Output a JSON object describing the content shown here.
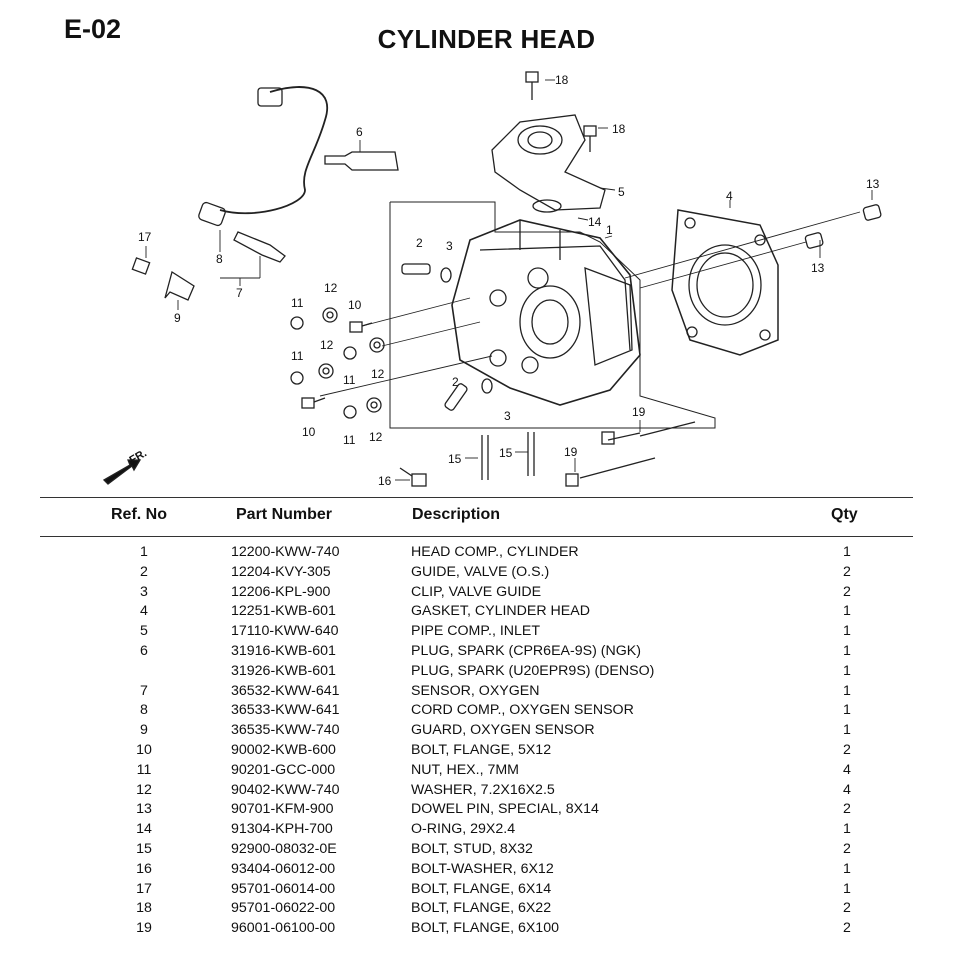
{
  "page": {
    "code": "E-02",
    "title": "CYLINDER HEAD"
  },
  "diagram": {
    "callouts": [
      "1",
      "2",
      "2",
      "3",
      "3",
      "4",
      "5",
      "6",
      "7",
      "8",
      "9",
      "10",
      "10",
      "11",
      "11",
      "11",
      "11",
      "12",
      "12",
      "12",
      "12",
      "13",
      "13",
      "14",
      "15",
      "15",
      "16",
      "17",
      "18",
      "18",
      "19",
      "19"
    ],
    "front_label": "FR."
  },
  "table": {
    "headers": {
      "ref": "Ref. No",
      "part_number": "Part Number",
      "description": "Description",
      "qty": "Qty"
    },
    "rows": [
      {
        "ref": "1",
        "part_number": "12200-KWW-740",
        "description": "HEAD COMP., CYLINDER",
        "qty": "1"
      },
      {
        "ref": "2",
        "part_number": "12204-KVY-305",
        "description": "GUIDE, VALVE (O.S.)",
        "qty": "2"
      },
      {
        "ref": "3",
        "part_number": "12206-KPL-900",
        "description": "CLIP, VALVE GUIDE",
        "qty": "2"
      },
      {
        "ref": "4",
        "part_number": "12251-KWB-601",
        "description": "GASKET, CYLINDER HEAD",
        "qty": "1"
      },
      {
        "ref": "5",
        "part_number": "17110-KWW-640",
        "description": "PIPE COMP., INLET",
        "qty": "1"
      },
      {
        "ref": "6",
        "part_number": "31916-KWB-601",
        "description": "PLUG, SPARK (CPR6EA-9S) (NGK)",
        "qty": "1"
      },
      {
        "ref": "",
        "part_number": "31926-KWB-601",
        "description": "PLUG, SPARK (U20EPR9S) (DENSO)",
        "qty": "1"
      },
      {
        "ref": "7",
        "part_number": "36532-KWW-641",
        "description": "SENSOR, OXYGEN",
        "qty": "1"
      },
      {
        "ref": "8",
        "part_number": "36533-KWW-641",
        "description": "CORD COMP., OXYGEN SENSOR",
        "qty": "1"
      },
      {
        "ref": "9",
        "part_number": "36535-KWW-740",
        "description": "GUARD, OXYGEN SENSOR",
        "qty": "1"
      },
      {
        "ref": "10",
        "part_number": "90002-KWB-600",
        "description": "BOLT, FLANGE, 5X12",
        "qty": "2"
      },
      {
        "ref": "11",
        "part_number": "90201-GCC-000",
        "description": "NUT, HEX., 7MM",
        "qty": "4"
      },
      {
        "ref": "12",
        "part_number": "90402-KWW-740",
        "description": "WASHER, 7.2X16X2.5",
        "qty": "4"
      },
      {
        "ref": "13",
        "part_number": "90701-KFM-900",
        "description": "DOWEL PIN, SPECIAL, 8X14",
        "qty": "2"
      },
      {
        "ref": "14",
        "part_number": "91304-KPH-700",
        "description": "O-RING, 29X2.4",
        "qty": "1"
      },
      {
        "ref": "15",
        "part_number": "92900-08032-0E",
        "description": "BOLT, STUD, 8X32",
        "qty": "2"
      },
      {
        "ref": "16",
        "part_number": "93404-06012-00",
        "description": "BOLT-WASHER, 6X12",
        "qty": "1"
      },
      {
        "ref": "17",
        "part_number": "95701-06014-00",
        "description": "BOLT, FLANGE, 6X14",
        "qty": "1"
      },
      {
        "ref": "18",
        "part_number": "95701-06022-00",
        "description": "BOLT, FLANGE, 6X22",
        "qty": "2"
      },
      {
        "ref": "19",
        "part_number": "96001-06100-00",
        "description": "BOLT, FLANGE, 6X100",
        "qty": "2"
      }
    ]
  }
}
